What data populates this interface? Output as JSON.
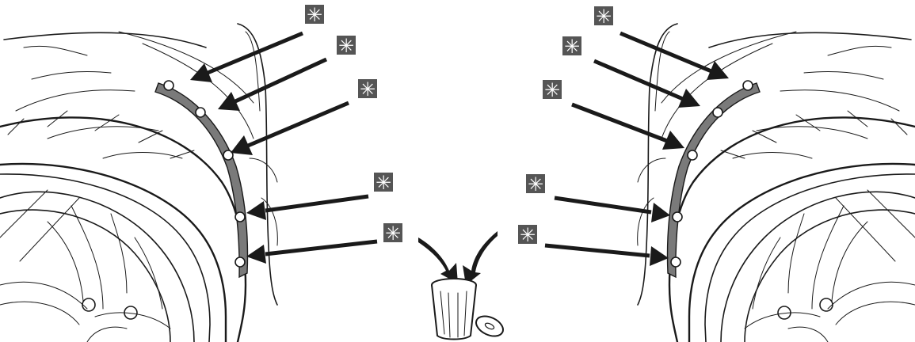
{
  "badge": {
    "symbol": "✳",
    "fill": "#555555",
    "text_color": "#ffffff"
  },
  "colors": {
    "line": "#1a1a1a",
    "moulding": "#7a7a7a",
    "background": "#ffffff"
  },
  "left_side": {
    "badges": [
      "✳",
      "✳",
      "✳",
      "✳",
      "✳"
    ],
    "clip_count": 5
  },
  "right_side": {
    "badges": [
      "✳",
      "✳",
      "✳",
      "✳",
      "✳"
    ],
    "clip_count": 5
  },
  "disposal": {
    "icon": "trash-bin-icon",
    "meaning": "discard-clips"
  }
}
